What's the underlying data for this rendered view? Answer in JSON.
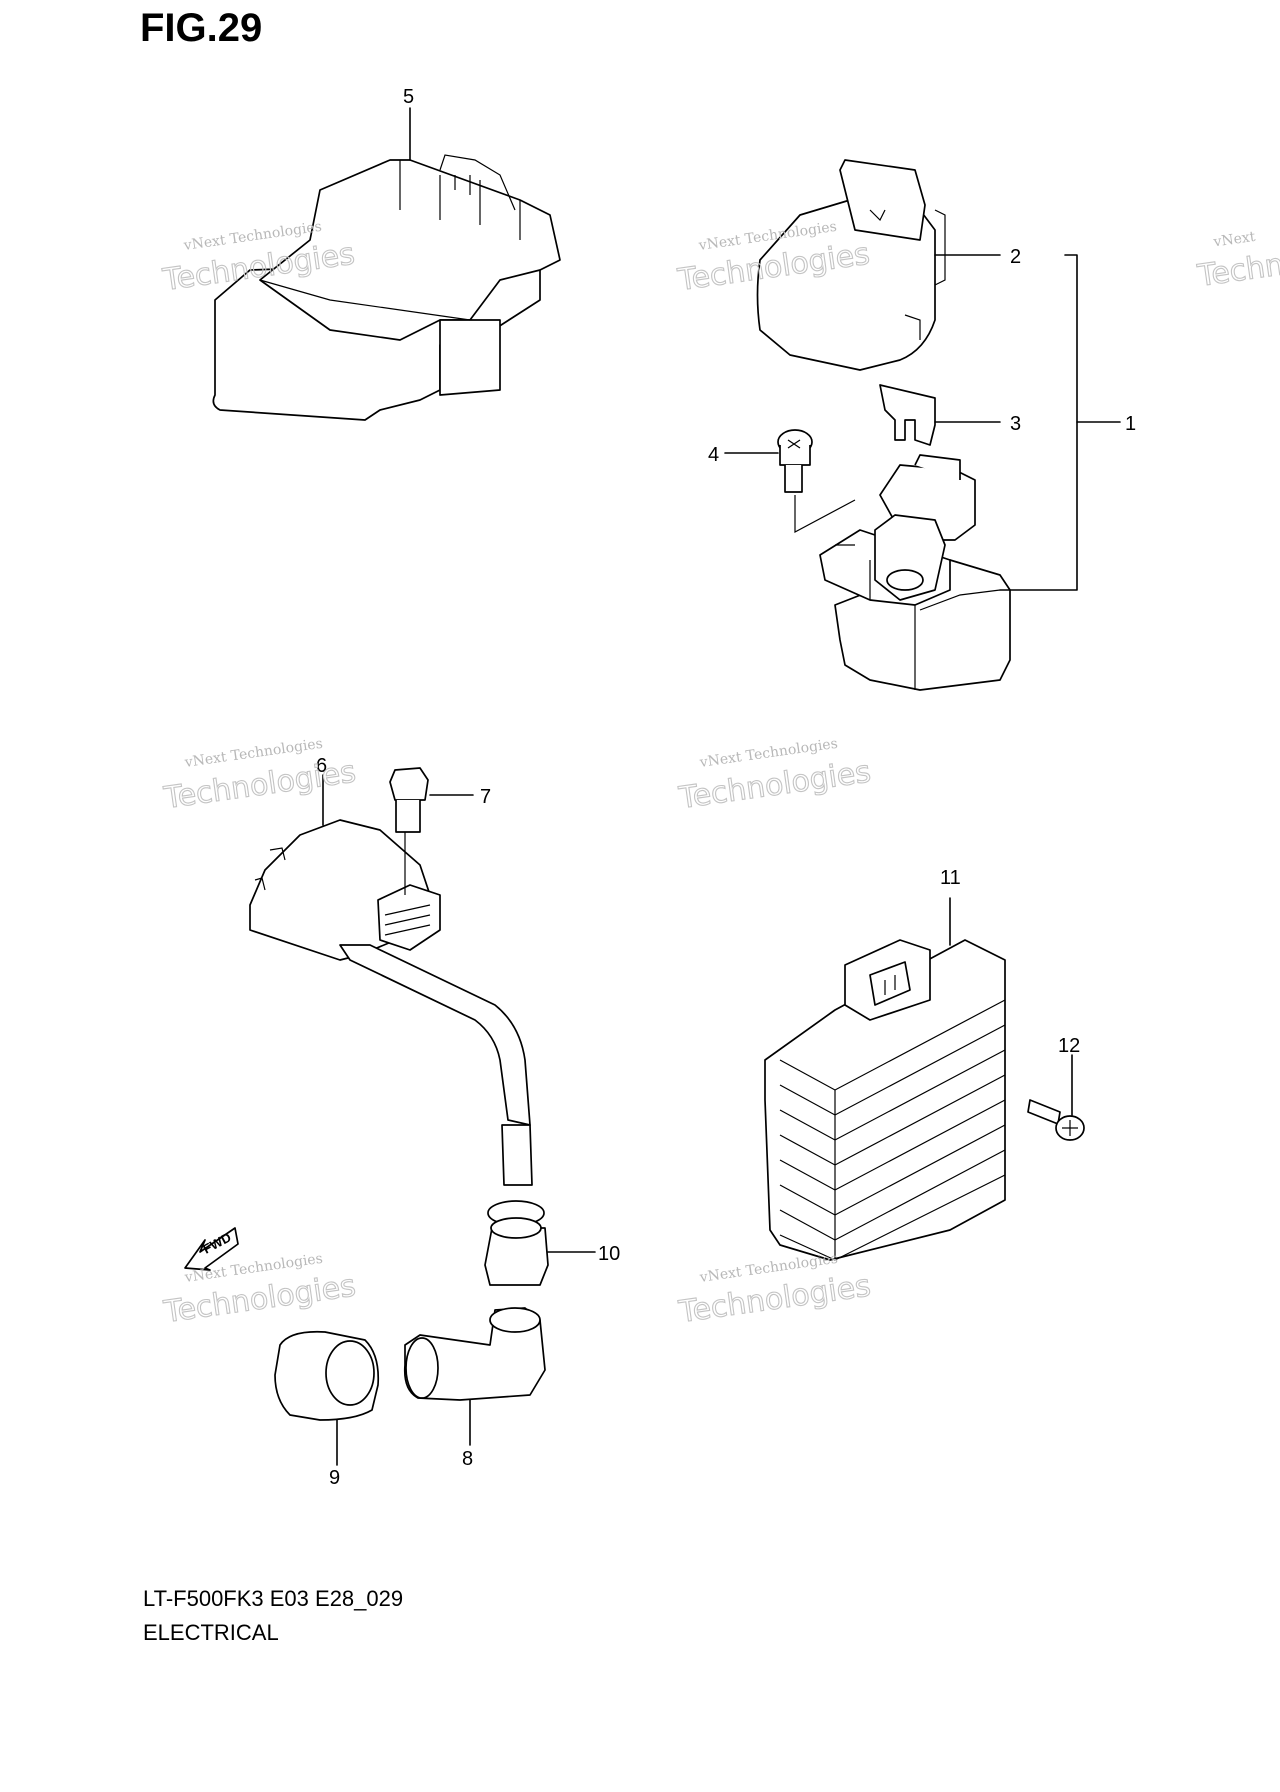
{
  "figure": {
    "title": "FIG.29"
  },
  "caption": {
    "model_code": "LT-F500FK3 E03 E28_029",
    "section": "ELECTRICAL"
  },
  "callouts": [
    "1",
    "2",
    "3",
    "4",
    "5",
    "6",
    "7",
    "8",
    "9",
    "10",
    "11",
    "12"
  ],
  "watermark": {
    "line1": "vNext Technologies",
    "line2": "Technologies",
    "line3": "vNext"
  },
  "fwd_label": "FWD"
}
